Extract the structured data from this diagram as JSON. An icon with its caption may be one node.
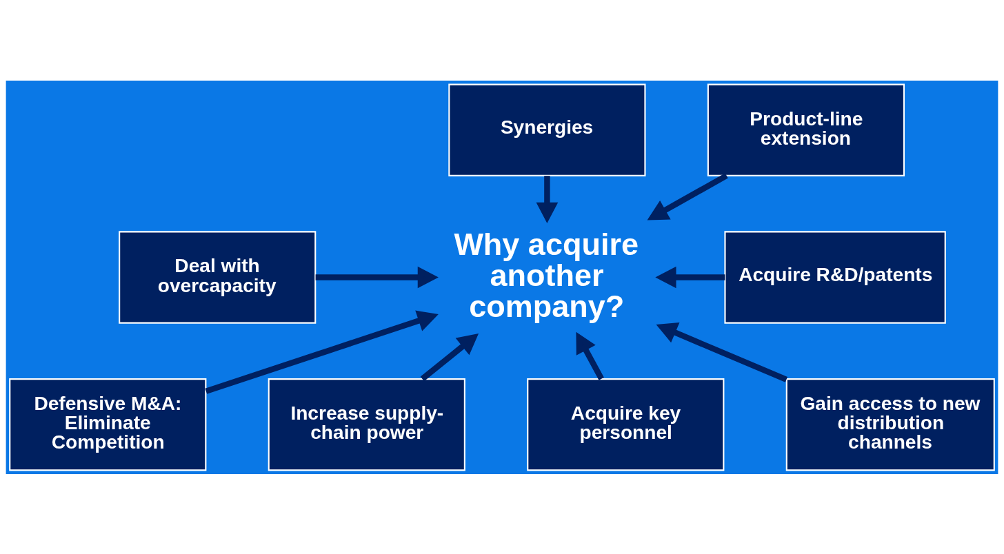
{
  "diagram": {
    "nodes": [
      {
        "text": [
          "Synergies"
        ]
      },
      {
        "text": [
          "Product-line extension"
        ]
      },
      {
        "text": [
          "Deal with overcapacity"
        ]
      },
      {
        "text": [
          "Why acquire another company?"
        ]
      },
      {
        "text": [
          "Acquire R&D/patents"
        ]
      },
      {
        "text": [
          "Defensive M&A: Eliminate Competition"
        ]
      },
      {
        "text": [
          "Gain access to new distribution channels"
        ]
      },
      {
        "text": [
          "Increase supply-chain power"
        ]
      },
      {
        "text": [
          "Acquire key personnel"
        ]
      }
    ],
    "edges": [
      {
        "from": 0,
        "to": 3,
        "arrow": "to"
      },
      {
        "from": 1,
        "to": 3,
        "arrow": "to"
      },
      {
        "from": 2,
        "to": 3,
        "arrow": "to"
      },
      {
        "from": 5,
        "to": 3,
        "arrow": "to"
      },
      {
        "from": 4,
        "to": 3,
        "arrow": "to"
      },
      {
        "from": 6,
        "to": 3,
        "arrow": "to"
      },
      {
        "from": 7,
        "to": 3,
        "arrow": "to"
      },
      {
        "from": 8,
        "to": 3,
        "arrow": "to"
      }
    ]
  }
}
